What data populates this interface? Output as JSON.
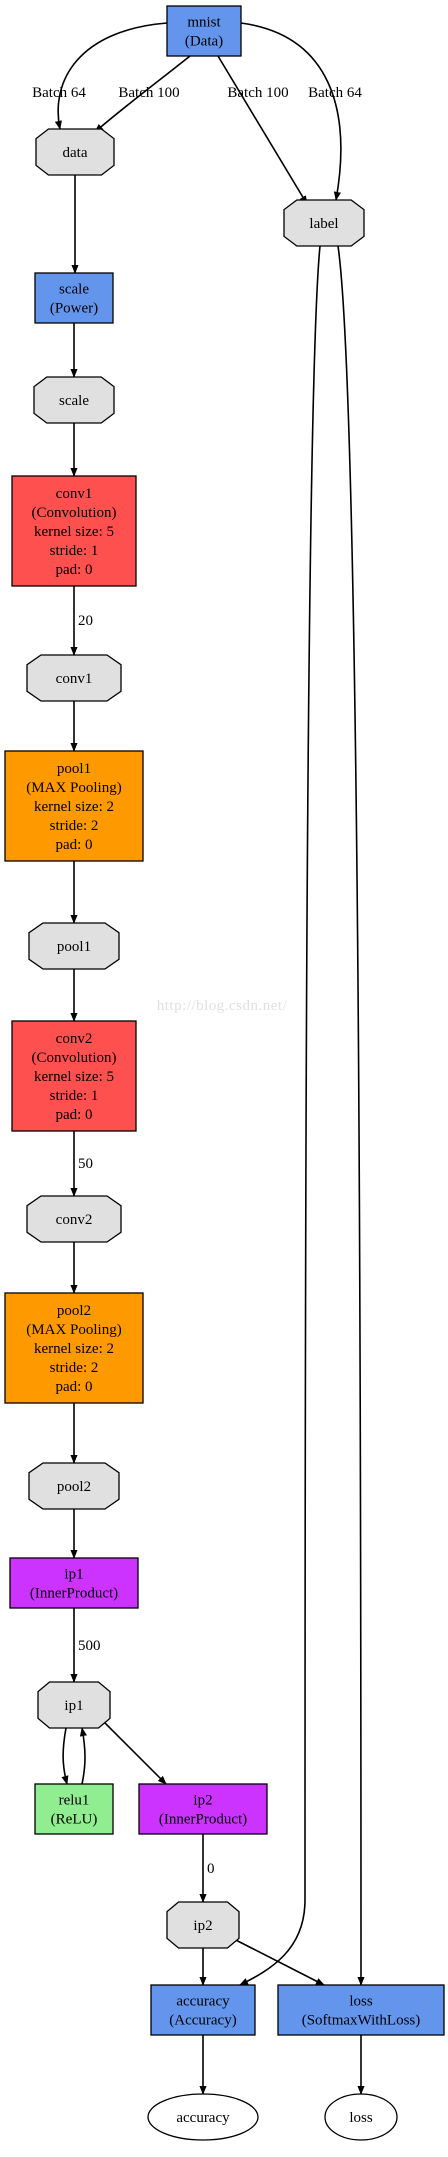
{
  "watermark": "http://blog.csdn.net/",
  "colors": {
    "data_layer": "#6495ed",
    "convolution": "#ff5050",
    "pooling": "#ff9900",
    "inner_product": "#cc33ff",
    "relu": "#90ee90",
    "blob": "#e0e0e0",
    "output": "#ffffff",
    "stroke": "#000000"
  },
  "nodes": {
    "mnist": {
      "lines": [
        "mnist",
        "(Data)"
      ],
      "shape": "rect",
      "color": "data_layer"
    },
    "data_blob": {
      "lines": [
        "data"
      ],
      "shape": "octagon",
      "color": "blob"
    },
    "label_blob": {
      "lines": [
        "label"
      ],
      "shape": "octagon",
      "color": "blob"
    },
    "scale_layer": {
      "lines": [
        "scale",
        "(Power)"
      ],
      "shape": "rect",
      "color": "data_layer"
    },
    "scale_blob": {
      "lines": [
        "scale"
      ],
      "shape": "octagon",
      "color": "blob"
    },
    "conv1_layer": {
      "lines": [
        "conv1",
        "(Convolution)",
        "kernel size: 5",
        "stride: 1",
        "pad: 0"
      ],
      "shape": "rect",
      "color": "convolution"
    },
    "conv1_blob": {
      "lines": [
        "conv1"
      ],
      "shape": "octagon",
      "color": "blob"
    },
    "pool1_layer": {
      "lines": [
        "pool1",
        "(MAX Pooling)",
        "kernel size: 2",
        "stride: 2",
        "pad: 0"
      ],
      "shape": "rect",
      "color": "pooling"
    },
    "pool1_blob": {
      "lines": [
        "pool1"
      ],
      "shape": "octagon",
      "color": "blob"
    },
    "conv2_layer": {
      "lines": [
        "conv2",
        "(Convolution)",
        "kernel size: 5",
        "stride: 1",
        "pad: 0"
      ],
      "shape": "rect",
      "color": "convolution"
    },
    "conv2_blob": {
      "lines": [
        "conv2"
      ],
      "shape": "octagon",
      "color": "blob"
    },
    "pool2_layer": {
      "lines": [
        "pool2",
        "(MAX Pooling)",
        "kernel size: 2",
        "stride: 2",
        "pad: 0"
      ],
      "shape": "rect",
      "color": "pooling"
    },
    "pool2_blob": {
      "lines": [
        "pool2"
      ],
      "shape": "octagon",
      "color": "blob"
    },
    "ip1_layer": {
      "lines": [
        "ip1",
        "(InnerProduct)"
      ],
      "shape": "rect",
      "color": "inner_product"
    },
    "ip1_blob": {
      "lines": [
        "ip1"
      ],
      "shape": "octagon",
      "color": "blob"
    },
    "relu1_layer": {
      "lines": [
        "relu1",
        "(ReLU)"
      ],
      "shape": "rect",
      "color": "relu"
    },
    "ip2_layer": {
      "lines": [
        "ip2",
        "(InnerProduct)"
      ],
      "shape": "rect",
      "color": "inner_product"
    },
    "ip2_blob": {
      "lines": [
        "ip2"
      ],
      "shape": "octagon",
      "color": "blob"
    },
    "accuracy_layer": {
      "lines": [
        "accuracy",
        "(Accuracy)"
      ],
      "shape": "rect",
      "color": "data_layer"
    },
    "loss_layer": {
      "lines": [
        "loss",
        "(SoftmaxWithLoss)"
      ],
      "shape": "rect",
      "color": "data_layer"
    },
    "accuracy_out": {
      "lines": [
        "accuracy"
      ],
      "shape": "ellipse",
      "color": "output"
    },
    "loss_out": {
      "lines": [
        "loss"
      ],
      "shape": "ellipse",
      "color": "output"
    }
  },
  "edges": [
    {
      "from": "mnist",
      "to": "data_blob",
      "label": "Batch 64"
    },
    {
      "from": "mnist",
      "to": "data_blob",
      "label": "Batch 100"
    },
    {
      "from": "mnist",
      "to": "label_blob",
      "label": "Batch 100"
    },
    {
      "from": "mnist",
      "to": "label_blob",
      "label": "Batch 64"
    },
    {
      "from": "data_blob",
      "to": "scale_layer",
      "label": ""
    },
    {
      "from": "scale_layer",
      "to": "scale_blob",
      "label": ""
    },
    {
      "from": "scale_blob",
      "to": "conv1_layer",
      "label": ""
    },
    {
      "from": "conv1_layer",
      "to": "conv1_blob",
      "label": "20"
    },
    {
      "from": "conv1_blob",
      "to": "pool1_layer",
      "label": ""
    },
    {
      "from": "pool1_layer",
      "to": "pool1_blob",
      "label": ""
    },
    {
      "from": "pool1_blob",
      "to": "conv2_layer",
      "label": ""
    },
    {
      "from": "conv2_layer",
      "to": "conv2_blob",
      "label": "50"
    },
    {
      "from": "conv2_blob",
      "to": "pool2_layer",
      "label": ""
    },
    {
      "from": "pool2_layer",
      "to": "pool2_blob",
      "label": ""
    },
    {
      "from": "pool2_blob",
      "to": "ip1_layer",
      "label": ""
    },
    {
      "from": "ip1_layer",
      "to": "ip1_blob",
      "label": "500"
    },
    {
      "from": "ip1_blob",
      "to": "relu1_layer",
      "label": ""
    },
    {
      "from": "relu1_layer",
      "to": "ip1_blob",
      "label": ""
    },
    {
      "from": "ip1_blob",
      "to": "ip2_layer",
      "label": ""
    },
    {
      "from": "ip2_layer",
      "to": "ip2_blob",
      "label": "0"
    },
    {
      "from": "ip2_blob",
      "to": "accuracy_layer",
      "label": ""
    },
    {
      "from": "ip2_blob",
      "to": "loss_layer",
      "label": ""
    },
    {
      "from": "label_blob",
      "to": "accuracy_layer",
      "label": ""
    },
    {
      "from": "label_blob",
      "to": "loss_layer",
      "label": ""
    },
    {
      "from": "accuracy_layer",
      "to": "accuracy_out",
      "label": ""
    },
    {
      "from": "loss_layer",
      "to": "loss_out",
      "label": ""
    }
  ]
}
